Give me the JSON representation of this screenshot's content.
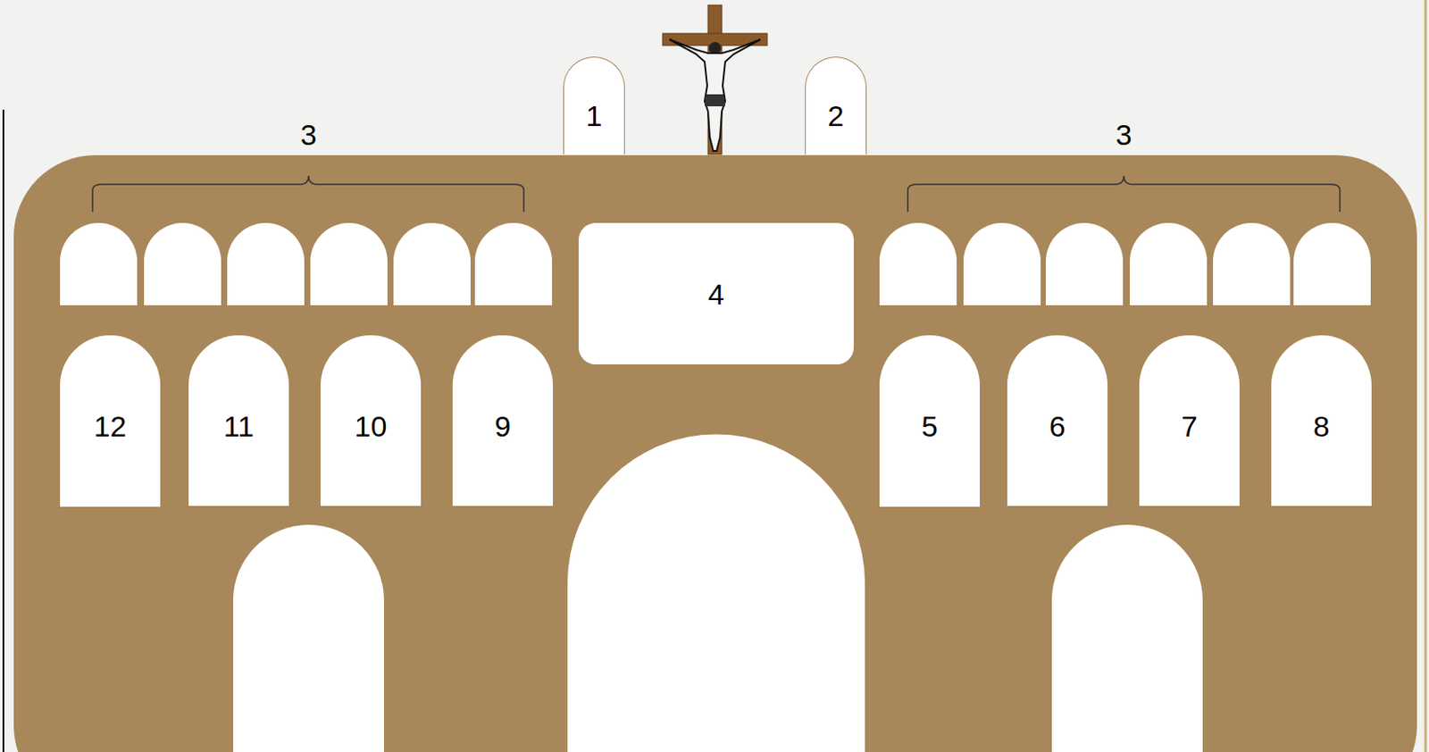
{
  "diagram": {
    "nodes": [
      {
        "text": [
          "1"
        ]
      },
      {
        "text": [
          "2"
        ]
      },
      {
        "text": [
          "4"
        ]
      },
      {
        "text": [
          "12"
        ]
      },
      {
        "text": [
          "11"
        ]
      },
      {
        "text": [
          "10"
        ]
      },
      {
        "text": [
          "9"
        ]
      },
      {
        "text": [
          "5"
        ]
      },
      {
        "text": [
          "6"
        ]
      },
      {
        "text": [
          "7"
        ]
      },
      {
        "text": [
          "8"
        ]
      }
    ],
    "labels": [
      "3",
      "3"
    ]
  }
}
